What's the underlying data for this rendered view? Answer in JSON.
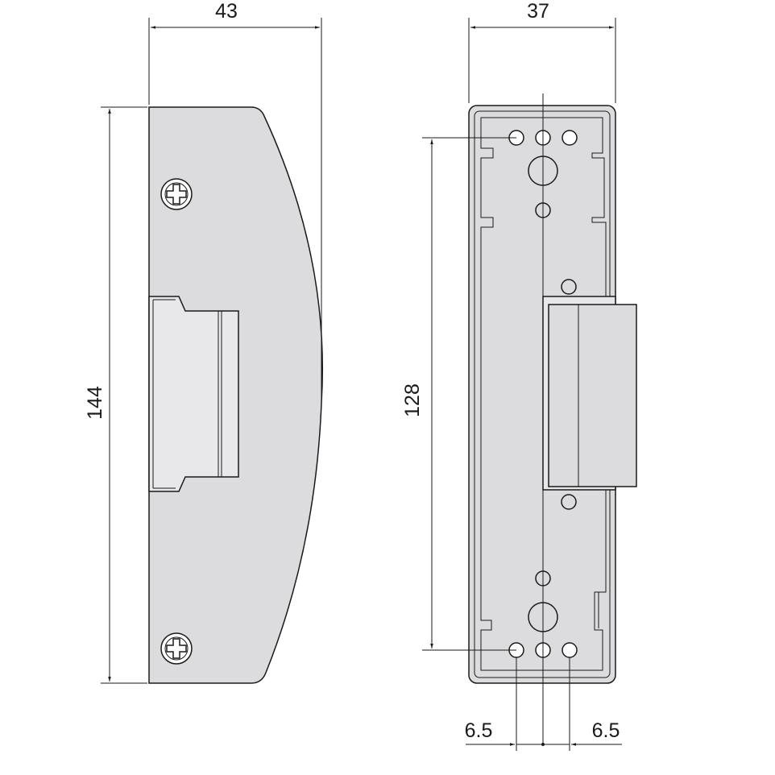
{
  "dimensions": {
    "faceplate_width": "43",
    "faceplate_height": "144",
    "body_width": "37",
    "hole_spacing": "128",
    "hole_offset_left": "6.5",
    "hole_offset_right": "6.5"
  },
  "colors": {
    "part_fill": "#dcdcde",
    "outline": "#1a1a1a",
    "background": "#ffffff"
  }
}
